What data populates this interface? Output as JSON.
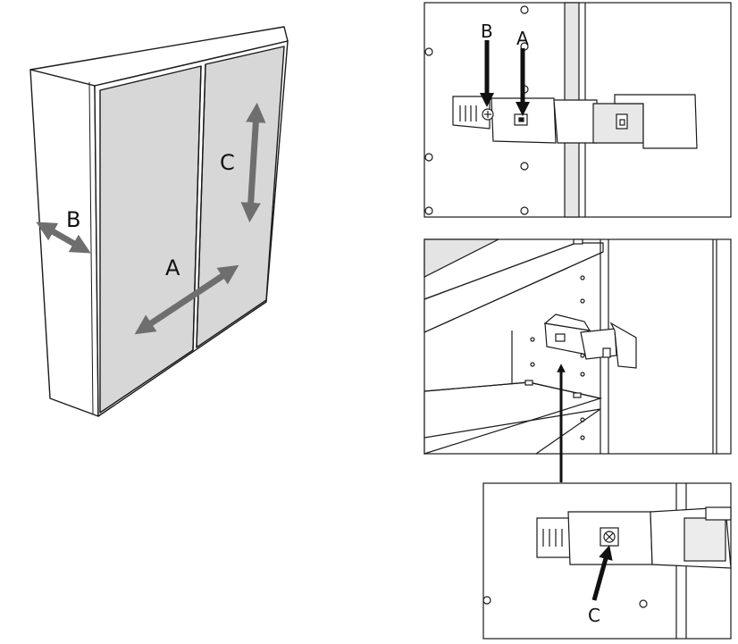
{
  "cabinet": {
    "label_a": "A",
    "label_b": "B",
    "label_c": "C"
  },
  "detail_top": {
    "label_b": "B",
    "label_a": "A"
  },
  "detail_zoom": {
    "label_c": "C"
  },
  "colors": {
    "line": "#1a1a1a",
    "door_fill": "#d7d7d7",
    "arrow_gray": "#6e6e6e",
    "arrow_black": "#111111"
  }
}
